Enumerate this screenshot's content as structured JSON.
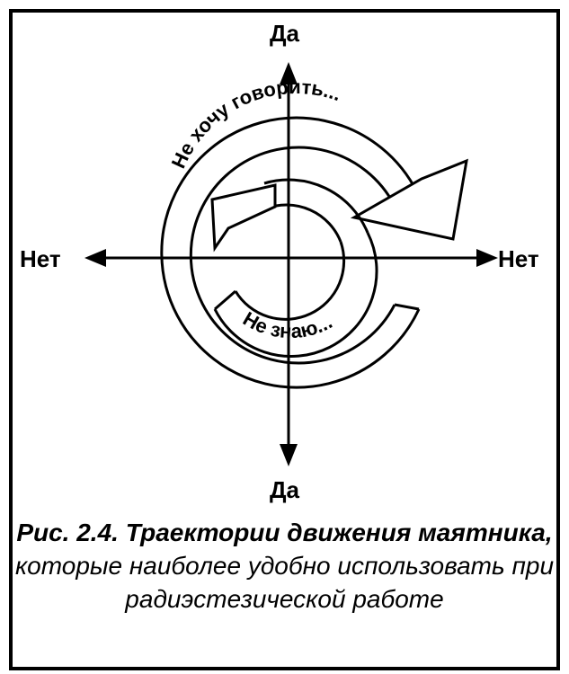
{
  "diagram": {
    "labels": {
      "top": "Да",
      "bottom": "Да",
      "left": "Нет",
      "right": "Нет"
    },
    "spiral_outer_text": "Не хочу говорить...",
    "spiral_inner_text": "Не знаю..."
  },
  "caption": {
    "bold_part": "Рис. 2.4. Траектории движения маятника,",
    "normal_part": "которые наиболее удобно использовать при радиэстезической работе"
  }
}
